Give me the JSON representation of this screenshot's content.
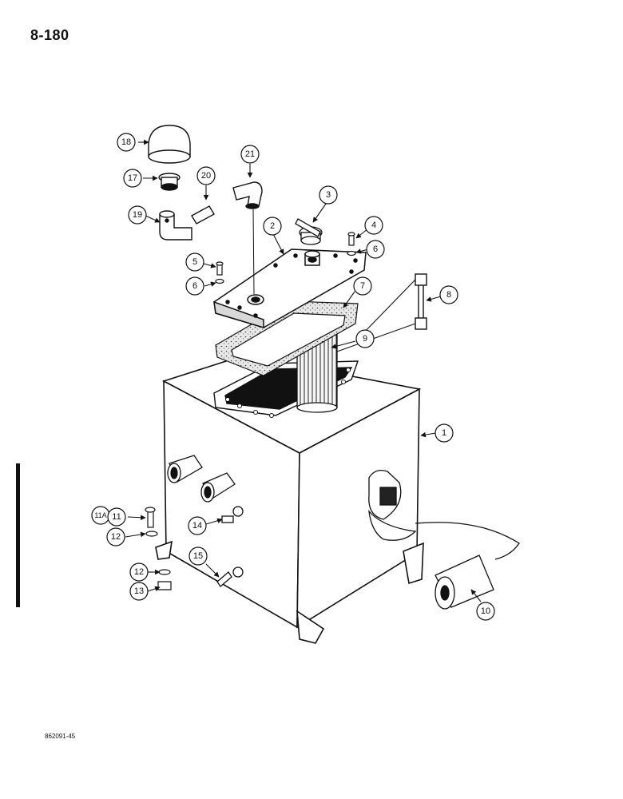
{
  "page": {
    "number": "8-180",
    "figure_code": "862091-45"
  },
  "callouts": [
    {
      "id": "c1",
      "label": "1"
    },
    {
      "id": "c2",
      "label": "2"
    },
    {
      "id": "c3",
      "label": "3"
    },
    {
      "id": "c4",
      "label": "4"
    },
    {
      "id": "c5",
      "label": "5"
    },
    {
      "id": "c6a",
      "label": "6"
    },
    {
      "id": "c6b",
      "label": "6"
    },
    {
      "id": "c7",
      "label": "7"
    },
    {
      "id": "c8",
      "label": "8"
    },
    {
      "id": "c9",
      "label": "9"
    },
    {
      "id": "c10",
      "label": "10"
    },
    {
      "id": "c11a",
      "label": "11A"
    },
    {
      "id": "c11",
      "label": "11"
    },
    {
      "id": "c12a",
      "label": "12"
    },
    {
      "id": "c12b",
      "label": "12"
    },
    {
      "id": "c13",
      "label": "13"
    },
    {
      "id": "c14",
      "label": "14"
    },
    {
      "id": "c15",
      "label": "15"
    },
    {
      "id": "c17",
      "label": "17"
    },
    {
      "id": "c18",
      "label": "18"
    },
    {
      "id": "c19",
      "label": "19"
    },
    {
      "id": "c20",
      "label": "20"
    },
    {
      "id": "c21",
      "label": "21"
    }
  ]
}
